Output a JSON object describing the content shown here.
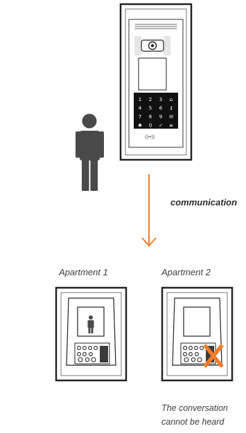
{
  "labels": {
    "communication": "communication",
    "apartment_1": "Apartment 1",
    "apartment_2": "Apartment 2",
    "conversation_line_1": "The conversation",
    "conversation_line_2": "cannot be heard"
  },
  "colors": {
    "arrow": "#f07c2b",
    "cross": "#f07c2b",
    "person": "#4a4a4a",
    "frame": "#222222"
  },
  "keypad": {
    "keys": [
      "1",
      "2",
      "3",
      "⌂",
      "4",
      "5",
      "6",
      "⚷",
      "7",
      "8",
      "9",
      "✉",
      "✱",
      "0",
      "✓",
      "≡"
    ]
  },
  "icons": {
    "caller": "person-icon",
    "direction": "arrow-down-icon",
    "blocked": "cross-icon",
    "rfid": "rfid-icon"
  }
}
